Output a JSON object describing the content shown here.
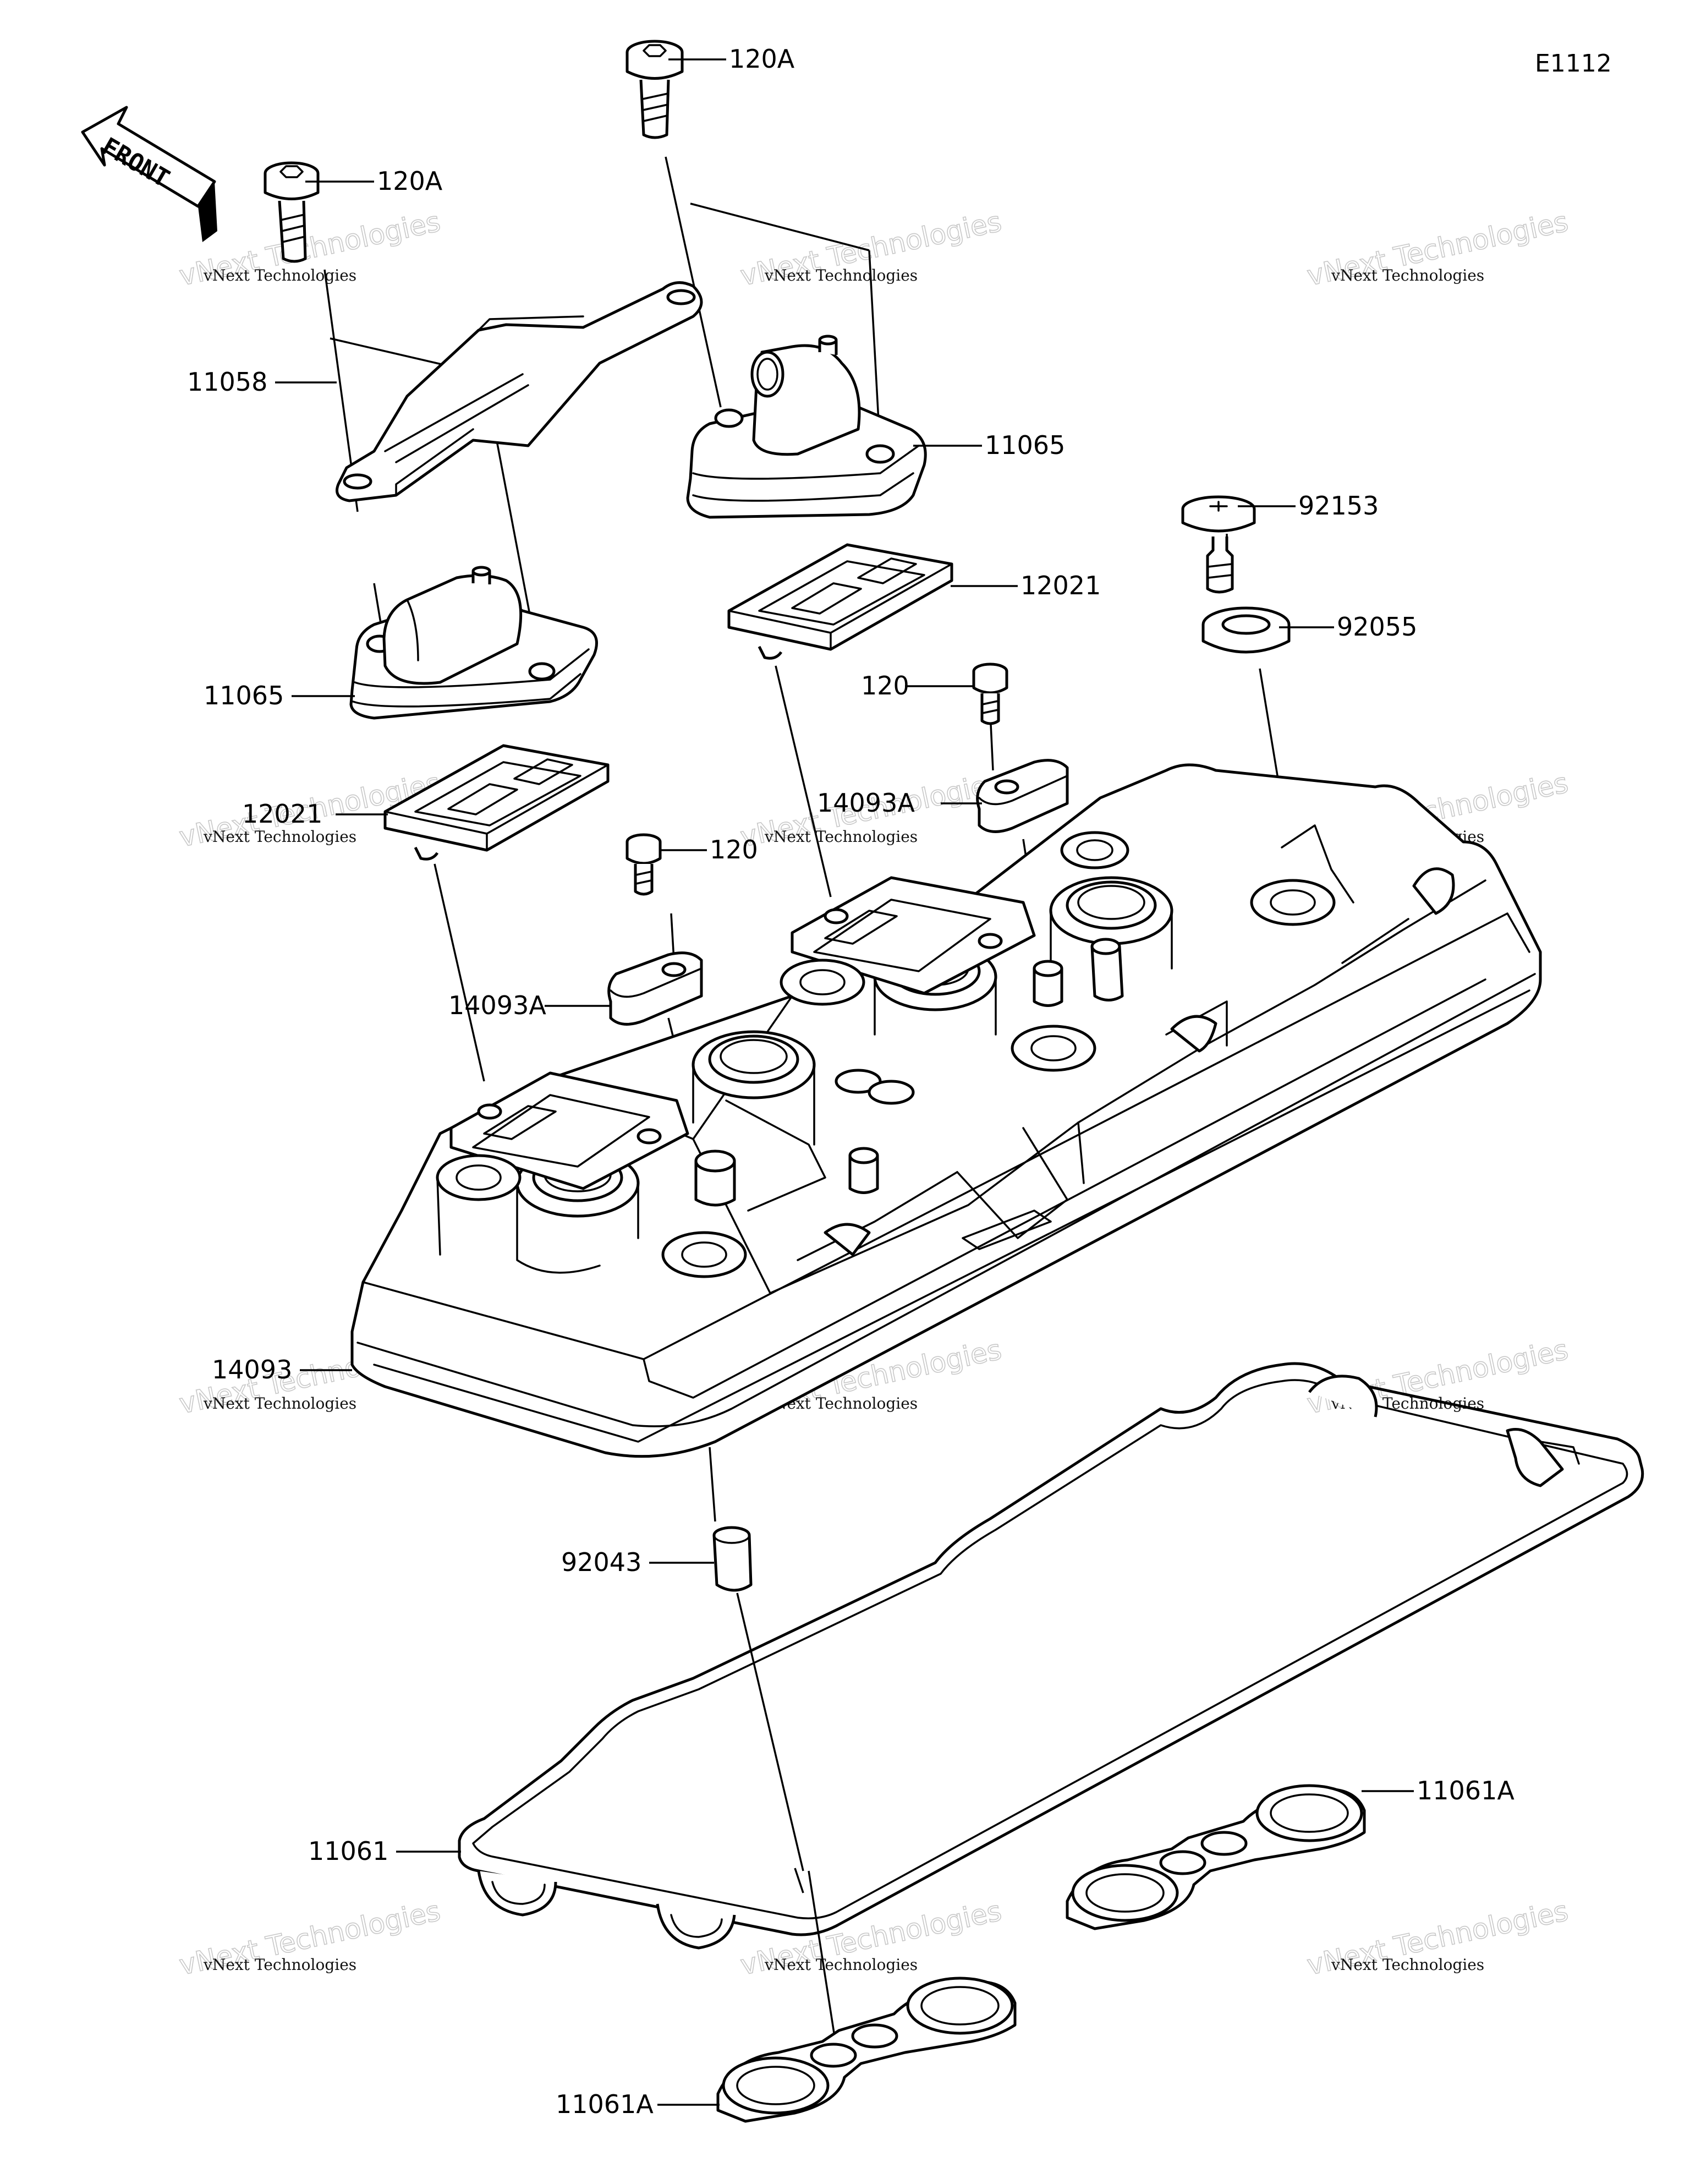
{
  "diagram_code": "E1112",
  "front_label": "FRONT",
  "watermark": {
    "small": "vNext Technologies",
    "large": "vNext Technologies"
  },
  "callouts": [
    {
      "id": "120A-top",
      "label": "120A"
    },
    {
      "id": "120A-left",
      "label": "120A"
    },
    {
      "id": "11065-right",
      "label": "11065"
    },
    {
      "id": "11058",
      "label": "11058"
    },
    {
      "id": "92153",
      "label": "92153"
    },
    {
      "id": "12021-right",
      "label": "12021"
    },
    {
      "id": "92055",
      "label": "92055"
    },
    {
      "id": "11065-left",
      "label": "11065"
    },
    {
      "id": "120-right",
      "label": "120"
    },
    {
      "id": "14093A-right",
      "label": "14093A"
    },
    {
      "id": "12021-left",
      "label": "12021"
    },
    {
      "id": "120-left",
      "label": "120"
    },
    {
      "id": "14093A-left",
      "label": "14093A"
    },
    {
      "id": "14093",
      "label": "14093"
    },
    {
      "id": "92043",
      "label": "92043"
    },
    {
      "id": "11061A-right",
      "label": "11061A"
    },
    {
      "id": "11061",
      "label": "11061"
    },
    {
      "id": "11061A-bottom",
      "label": "11061A"
    }
  ]
}
